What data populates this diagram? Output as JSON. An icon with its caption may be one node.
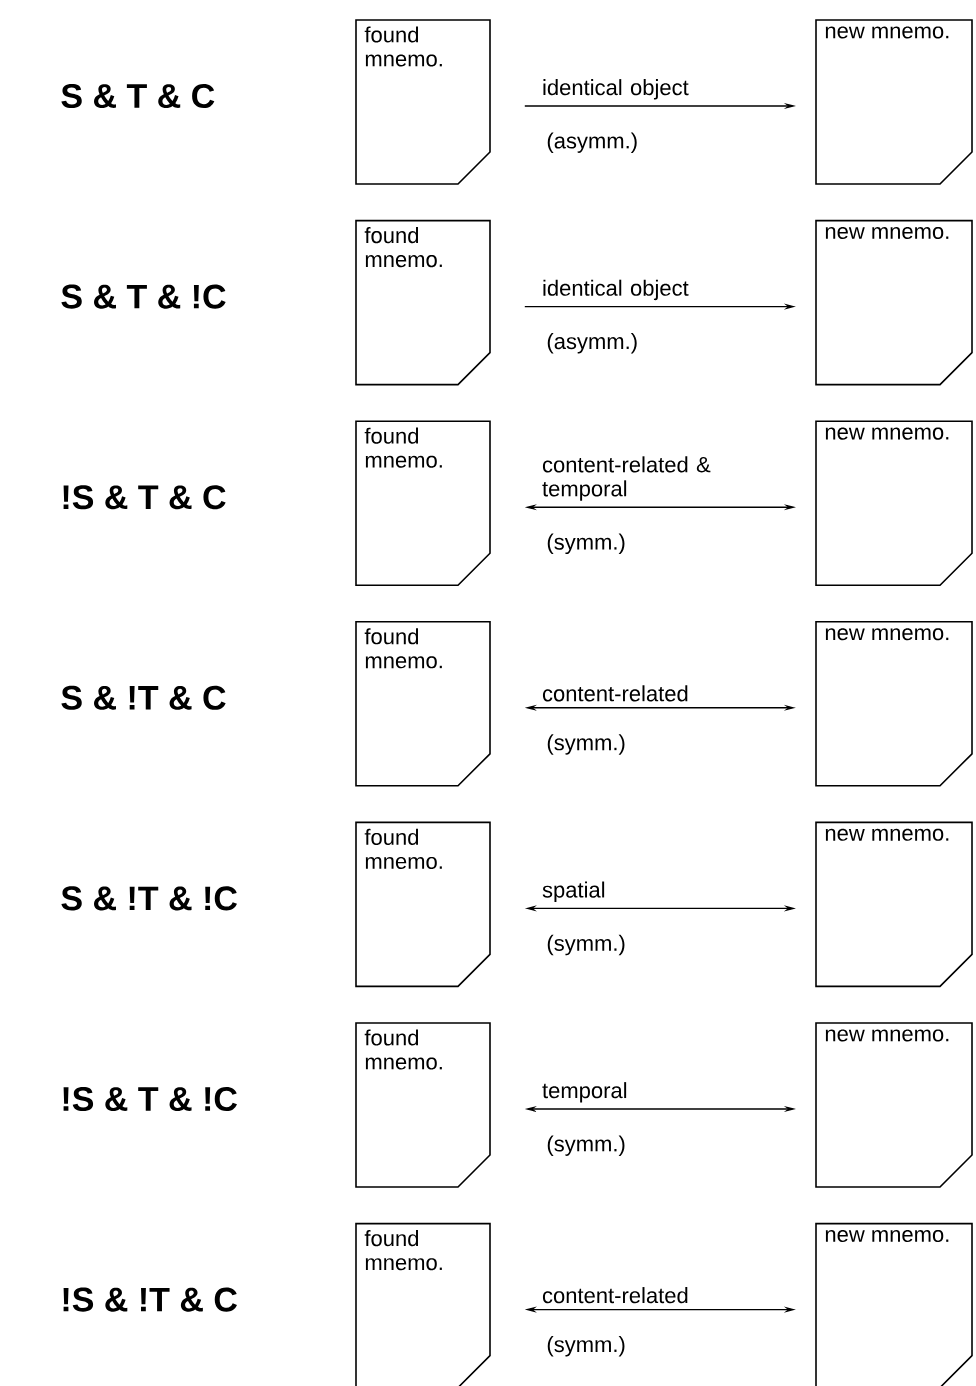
{
  "diagram": {
    "nodes": [
      {
        "text": [
          "found mnemo."
        ]
      },
      {
        "text": [
          "new mnemo."
        ]
      },
      {
        "text": [
          "found mnemo."
        ]
      },
      {
        "text": [
          "new mnemo."
        ]
      },
      {
        "text": [
          "found mnemo."
        ]
      },
      {
        "text": [
          "new mnemo."
        ]
      },
      {
        "text": [
          "found mnemo."
        ]
      },
      {
        "text": [
          "new mnemo."
        ]
      },
      {
        "text": [
          "found mnemo."
        ]
      },
      {
        "text": [
          "new mnemo."
        ]
      },
      {
        "text": [
          "found mnemo."
        ]
      },
      {
        "text": [
          "new mnemo."
        ]
      },
      {
        "text": [
          "found mnemo."
        ]
      },
      {
        "text": [
          "new mnemo."
        ]
      }
    ],
    "edges": [
      {
        "from": 0,
        "to": 1,
        "arrow": "to",
        "label": "identical object"
      },
      {
        "from": 2,
        "to": 3,
        "arrow": "to",
        "label": "identical object"
      },
      {
        "from": 4,
        "to": 5,
        "arrow": "both",
        "label": "content-related & temporal"
      },
      {
        "from": 6,
        "to": 7,
        "arrow": "both",
        "label": "content-related"
      },
      {
        "from": 8,
        "to": 9,
        "arrow": "both",
        "label": "spatial"
      },
      {
        "from": 10,
        "to": 11,
        "arrow": "both",
        "label": "temporal"
      },
      {
        "from": 12,
        "to": 13,
        "arrow": "both",
        "label": "content-related"
      }
    ],
    "labels": [
      "S & T & C",
      "(asymm.)",
      "S & T & !C",
      "(asymm.)",
      "!S & T & C",
      "(symm.)",
      "S & !T & C",
      "(symm.)",
      "S & !T & !C",
      "(symm.)",
      "!S & T & !C",
      "(symm.)",
      "!S & !T & C",
      "(symm.)"
    ]
  }
}
